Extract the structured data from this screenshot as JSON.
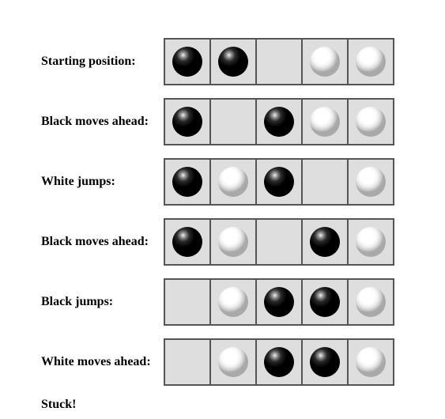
{
  "colors": {
    "board_border": "#555555",
    "cell_background": "#dedede",
    "black_piece": "#000000",
    "white_piece": "#ffffff"
  },
  "rows": [
    {
      "label": "Starting position:",
      "cells": [
        "black",
        "black",
        "empty",
        "white",
        "white"
      ]
    },
    {
      "label": "Black moves ahead:",
      "cells": [
        "black",
        "empty",
        "black",
        "white",
        "white"
      ]
    },
    {
      "label": "White jumps:",
      "cells": [
        "black",
        "white",
        "black",
        "empty",
        "white"
      ]
    },
    {
      "label": "Black moves ahead:",
      "cells": [
        "black",
        "white",
        "empty",
        "black",
        "white"
      ]
    },
    {
      "label": "Black jumps:",
      "cells": [
        "empty",
        "white",
        "black",
        "black",
        "white"
      ]
    },
    {
      "label": "White moves ahead:",
      "cells": [
        "empty",
        "white",
        "black",
        "black",
        "white"
      ]
    }
  ],
  "footer": "Stuck!"
}
